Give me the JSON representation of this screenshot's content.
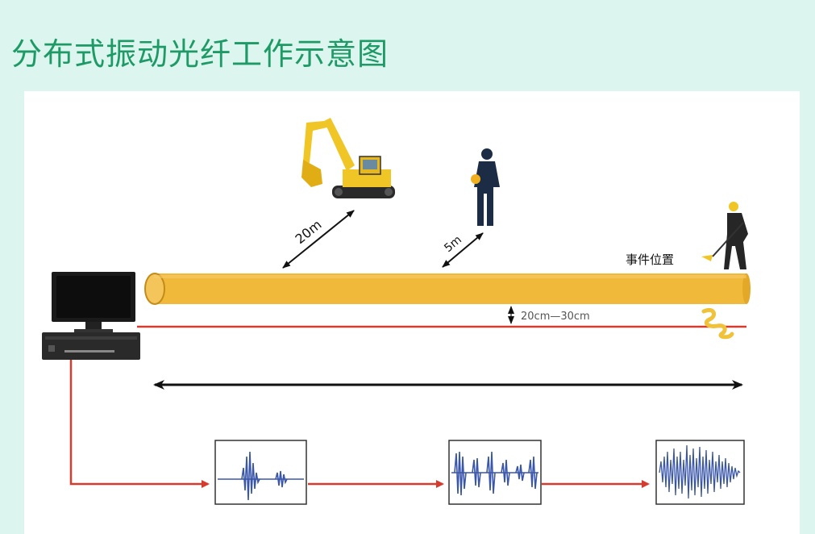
{
  "title": "分布式振动光纤工作示意图",
  "labels": {
    "distance_excavator": "20m",
    "distance_worker": "5m",
    "depth": "20cm—30cm",
    "event_position": "事件位置"
  },
  "colors": {
    "title": "#1e9a66",
    "pipe": "#f0b93a",
    "fiber": "#d63b2f",
    "waveform": "#3a56a8",
    "arrow": "#111111"
  },
  "icons": [
    "computer-monitor-icon",
    "interrogator-unit-icon",
    "excavator-icon",
    "standing-worker-icon",
    "digging-worker-icon",
    "event-marker-icon"
  ]
}
